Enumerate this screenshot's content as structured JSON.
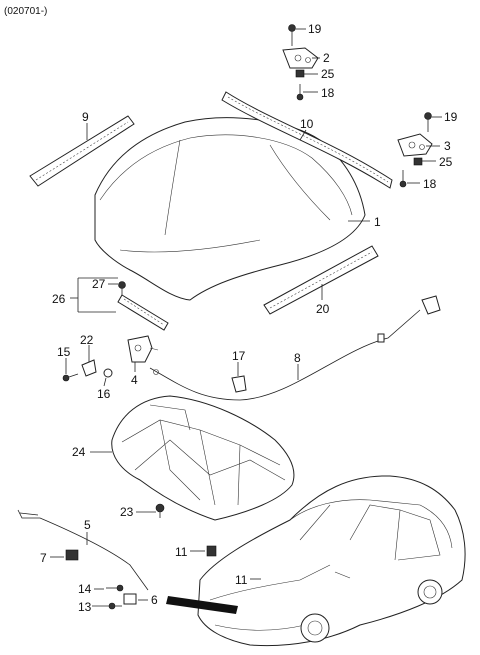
{
  "diagram": {
    "header": "(020701-)",
    "callouts": [
      "19",
      "2",
      "25",
      "18",
      "9",
      "10",
      "19",
      "3",
      "25",
      "18",
      "1",
      "27",
      "26",
      "20",
      "22",
      "15",
      "4",
      "16",
      "17",
      "8",
      "24",
      "23",
      "5",
      "7",
      "11",
      "11",
      "14",
      "6",
      "13"
    ]
  }
}
